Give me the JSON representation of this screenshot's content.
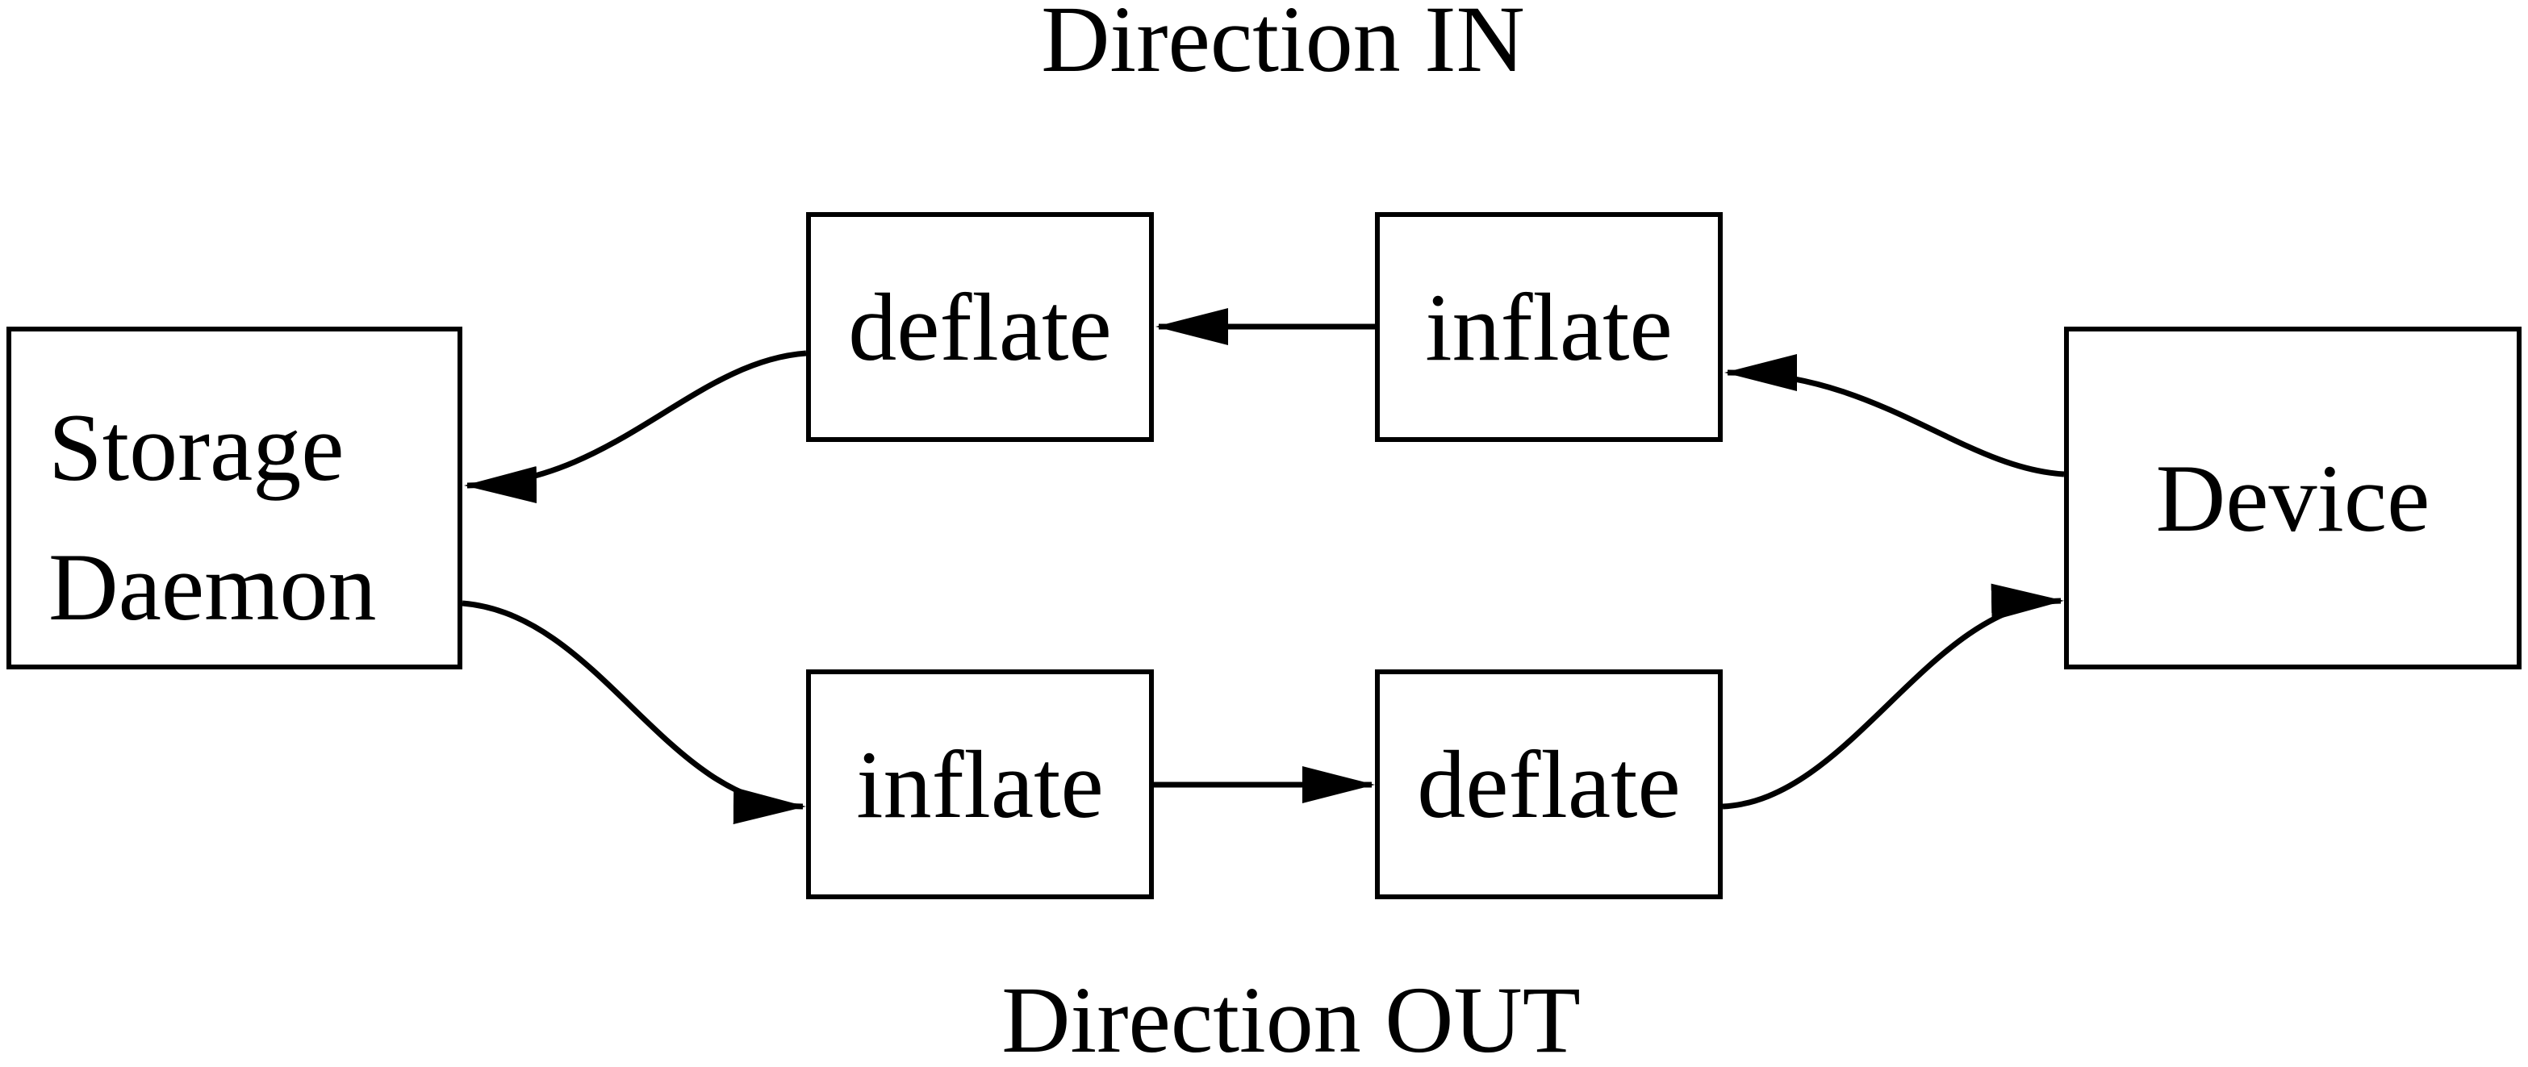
{
  "title_in": "Direction IN",
  "title_out": "Direction OUT",
  "nodes": {
    "storage_daemon": {
      "line1": "Storage",
      "line2": "Daemon"
    },
    "deflate_in": {
      "label": "deflate"
    },
    "inflate_in": {
      "label": "inflate"
    },
    "inflate_out": {
      "label": "inflate"
    },
    "deflate_out": {
      "label": "deflate"
    },
    "device": {
      "label": "Device"
    }
  },
  "edges": [
    {
      "from": "device",
      "to": "inflate_in",
      "direction": "IN"
    },
    {
      "from": "inflate_in",
      "to": "deflate_in",
      "direction": "IN"
    },
    {
      "from": "deflate_in",
      "to": "storage_daemon",
      "direction": "IN"
    },
    {
      "from": "storage_daemon",
      "to": "inflate_out",
      "direction": "OUT"
    },
    {
      "from": "inflate_out",
      "to": "deflate_out",
      "direction": "OUT"
    },
    {
      "from": "deflate_out",
      "to": "device",
      "direction": "OUT"
    }
  ],
  "colors": {
    "line": "#000000",
    "background": "#ffffff"
  }
}
